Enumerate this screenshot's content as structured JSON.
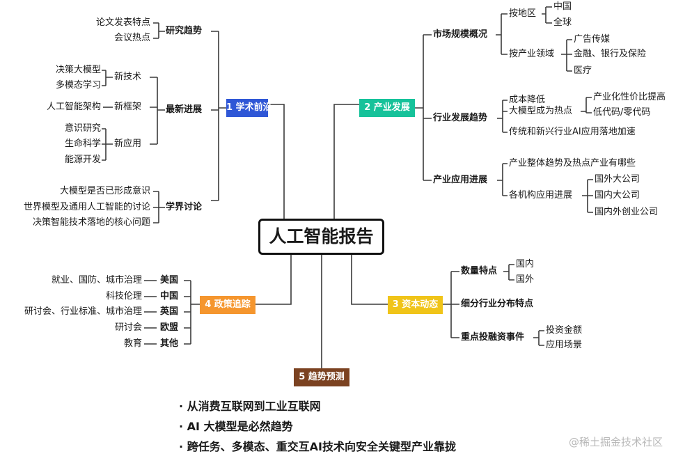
{
  "central": "人工智能报告",
  "branch_colors": {
    "b1": "#2f57d6",
    "b2": "#16c29a",
    "b3": "#f0c419",
    "b4": "#f5962e",
    "b5": "#7b4221"
  },
  "b1": {
    "title": "1 学术前沿",
    "research": {
      "title": "研究趋势",
      "items": [
        "论文发表特点",
        "会议热点"
      ]
    },
    "progress": {
      "title": "最新进展",
      "tech": {
        "title": "新技术",
        "items": [
          "决策大模型",
          "多模态学习"
        ]
      },
      "frame": {
        "title": "新框架",
        "items": [
          "人工智能架构"
        ]
      },
      "app": {
        "title": "新应用",
        "items": [
          "意识研究",
          "生命科学",
          "能源开发"
        ]
      }
    },
    "discuss": {
      "title": "学界讨论",
      "items": [
        "大模型是否已形成意识",
        "世界模型及通用人工智能的讨论",
        "决策智能技术落地的核心问题"
      ]
    }
  },
  "b2": {
    "title": "2 产业发展",
    "market": {
      "title": "市场规模概况",
      "region": {
        "title": "按地区",
        "items": [
          "中国",
          "全球"
        ]
      },
      "industry": {
        "title": "按产业领域",
        "items": [
          "广告传媒",
          "金融、银行及保险",
          "医疗"
        ]
      }
    },
    "trend": {
      "title": "行业发展趋势",
      "cost": "成本降低",
      "hot": {
        "title": "大模型成为热点",
        "items": [
          "产业化性价比提高",
          "低代码/零代码"
        ]
      },
      "ai": "传统和新兴行业AI应用落地加速"
    },
    "apply": {
      "title": "产业应用进展",
      "overall": "产业整体趋势及热点产业有哪些",
      "org": {
        "title": "各机构应用进展",
        "items": [
          "国外大公司",
          "国内大公司",
          "国内外创业公司"
        ]
      }
    }
  },
  "b3": {
    "title": "3 资本动态",
    "count": {
      "title": "数量特点",
      "items": [
        "国内",
        "国外"
      ]
    },
    "dist": {
      "title": "细分行业分布特点"
    },
    "events": {
      "title": "重点投融资事件",
      "items": [
        "投资金额",
        "应用场景"
      ]
    }
  },
  "b4": {
    "title": "4 政策追踪",
    "rows": [
      {
        "label": "美国",
        "detail": "就业、国防、城市治理"
      },
      {
        "label": "中国",
        "detail": "科技伦理"
      },
      {
        "label": "英国",
        "detail": "研讨会、行业标准、城市治理"
      },
      {
        "label": "欧盟",
        "detail": "研讨会"
      },
      {
        "label": "其他",
        "detail": "教育"
      }
    ]
  },
  "b5": {
    "title": "5 趋势预测",
    "bullets": [
      "从消费互联网到工业互联网",
      "AI 大模型是必然趋势",
      "跨任务、多模态、重交互AI技术向安全关键型产业靠拢"
    ],
    "bullet_mark": "·"
  },
  "watermark": "@稀土掘金技术社区"
}
